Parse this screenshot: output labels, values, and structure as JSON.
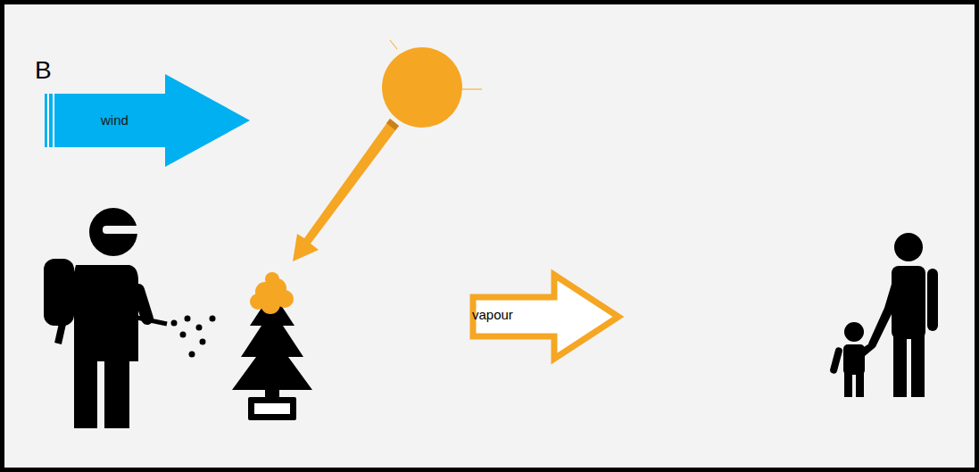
{
  "diagram": {
    "nodes": [
      {
        "text": [
          "wind"
        ]
      },
      {
        "text": [
          "vapour"
        ]
      }
    ],
    "labels": [
      "B"
    ]
  }
}
